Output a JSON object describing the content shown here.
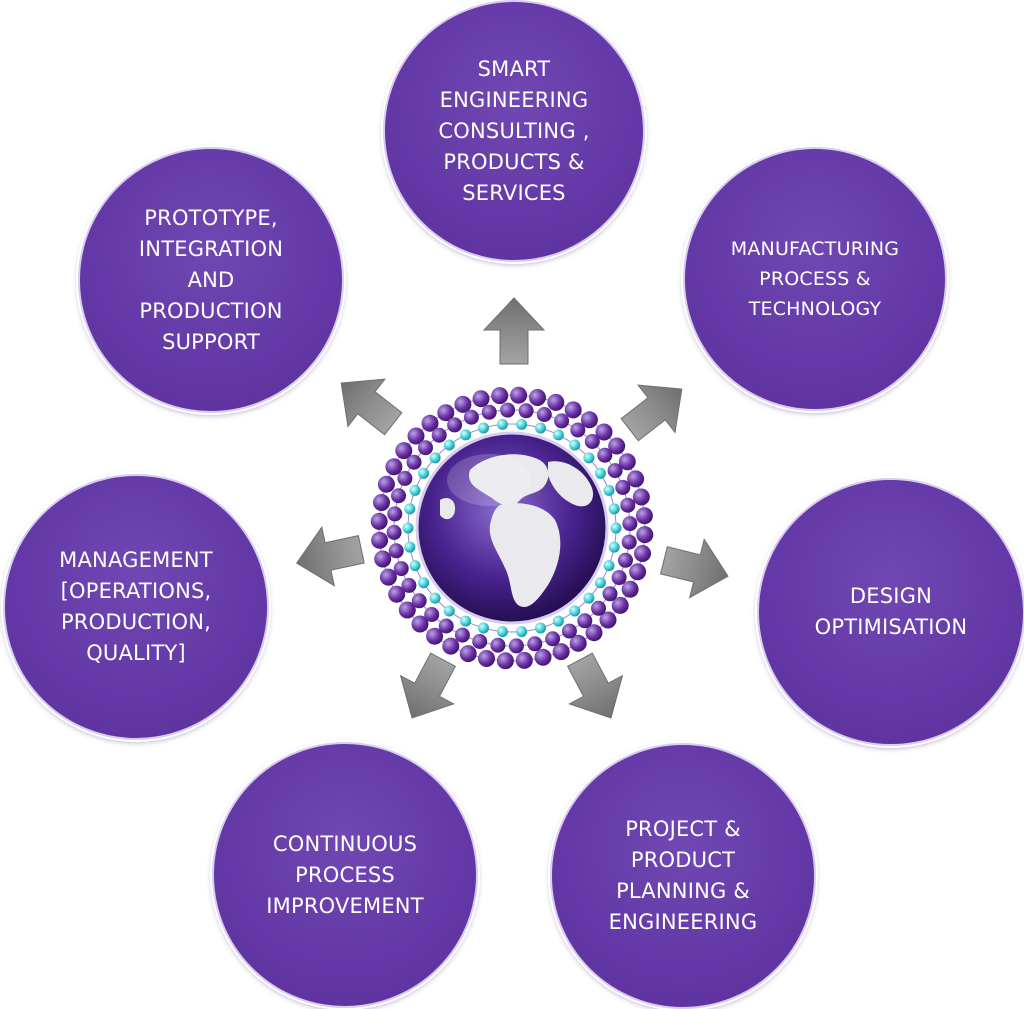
{
  "diagram": {
    "center": {
      "name": "globe-icon"
    },
    "colors": {
      "node_fill": "#6a42ae",
      "arrow": "#8c8c8c",
      "bead_purple": "#6b2fa3",
      "bead_cyan": "#3fd0d8"
    },
    "nodes": [
      {
        "id": "top",
        "label": "SMART\nENGINEERING\nCONSULTING ,\nPRODUCTS &\nSERVICES"
      },
      {
        "id": "upper-right",
        "label": "MANUFACTURING\nPROCESS &\nTECHNOLOGY"
      },
      {
        "id": "right",
        "label": "DESIGN\nOPTIMISATION"
      },
      {
        "id": "lower-right",
        "label": "PROJECT &\nPRODUCT\nPLANNING &\nENGINEERING"
      },
      {
        "id": "lower-left",
        "label": "CONTINUOUS\nPROCESS\nIMPROVEMENT"
      },
      {
        "id": "left",
        "label": "MANAGEMENT\n[OPERATIONS,\nPRODUCTION,\nQUALITY]"
      },
      {
        "id": "upper-left",
        "label": "PROTOTYPE,\nINTEGRATION\nAND\nPRODUCTION\nSUPPORT"
      }
    ]
  }
}
